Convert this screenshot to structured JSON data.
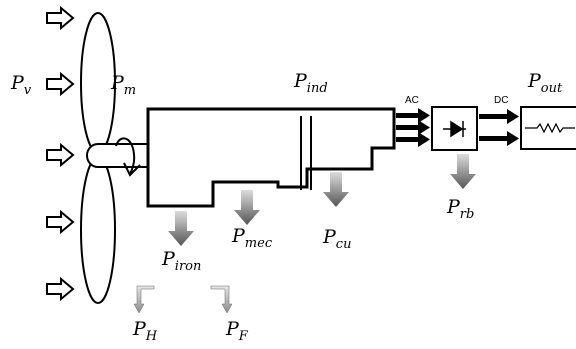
{
  "labels": {
    "p_v": {
      "main": "P",
      "sub": "v"
    },
    "p_m": {
      "main": "P",
      "sub": "m"
    },
    "p_ind": {
      "main": "P",
      "sub": "ind"
    },
    "p_out": {
      "main": "P",
      "sub": "out"
    },
    "p_rb": {
      "main": "P",
      "sub": "rb"
    },
    "p_mec": {
      "main": "P",
      "sub": "mec"
    },
    "p_cu": {
      "main": "P",
      "sub": "cu"
    },
    "p_iron": {
      "main": "P",
      "sub": "iron"
    },
    "p_h": {
      "main": "P",
      "sub": "H"
    },
    "p_f": {
      "main": "P",
      "sub": "F"
    }
  },
  "tags": {
    "ac": "AC",
    "dc": "DC"
  },
  "colors": {
    "stroke": "#000000",
    "loss_arrow_light": "#d8d8d8",
    "loss_arrow_dark": "#555555",
    "background": "#ffffff"
  },
  "icons": {
    "wind_arrow": "hollow-right-arrow",
    "rotor": "three-blade-turbine",
    "loss": "gray-down-arrow",
    "diode": "diode-symbol",
    "load": "resistor-zigzag"
  }
}
